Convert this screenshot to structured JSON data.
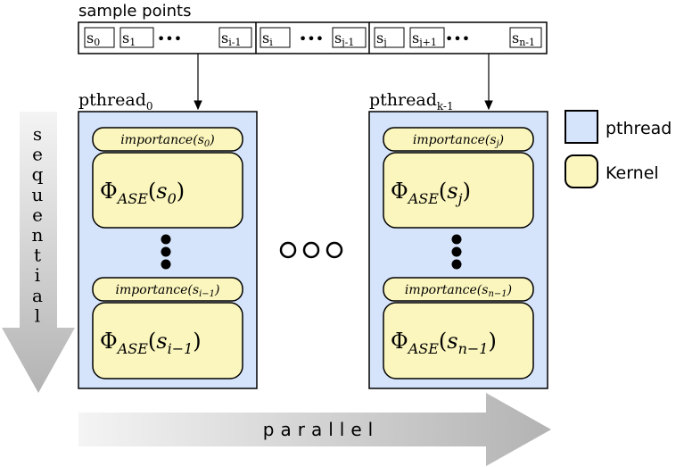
{
  "title": "sample points",
  "samples": [
    {
      "base": "s",
      "sub": "0"
    },
    {
      "base": "s",
      "sub": "1"
    },
    {
      "base": "s",
      "sub": "i-1"
    },
    {
      "base": "s",
      "sub": "i"
    },
    {
      "base": "s",
      "sub": "j-1"
    },
    {
      "base": "s",
      "sub": "j"
    },
    {
      "base": "s",
      "sub": "j+1"
    },
    {
      "base": "s",
      "sub": "n-1"
    }
  ],
  "ellipsis": "•••",
  "threads": [
    {
      "label": "pthread",
      "label_sub": "0",
      "top": {
        "importance_arg": "s",
        "importance_sub": "0",
        "phi_sub": "0"
      },
      "bottom": {
        "importance_arg": "s",
        "importance_sub": "i−1",
        "phi_sub": "i−1"
      }
    },
    {
      "label": "pthread",
      "label_sub": "k-1",
      "top": {
        "importance_arg": "s",
        "importance_sub": "j",
        "phi_sub": "j"
      },
      "bottom": {
        "importance_arg": "s",
        "importance_sub": "n−1",
        "phi_sub": "n−1"
      }
    }
  ],
  "importance_word": "importance",
  "phi_symbol": "Φ",
  "phi_sub": "ASE",
  "legend": [
    {
      "label": "pthread",
      "fill": "#d6e4fb",
      "shape": "square"
    },
    {
      "label": "Kernel",
      "fill": "#fbf6bd",
      "shape": "rounded"
    }
  ],
  "sequential_label": "sequential",
  "parallel_label": "parallel",
  "colors": {
    "pthread_fill": "#d6e4fb",
    "kernel_fill": "#fbf6bd",
    "arrow_gray": "#b3b3b3"
  }
}
